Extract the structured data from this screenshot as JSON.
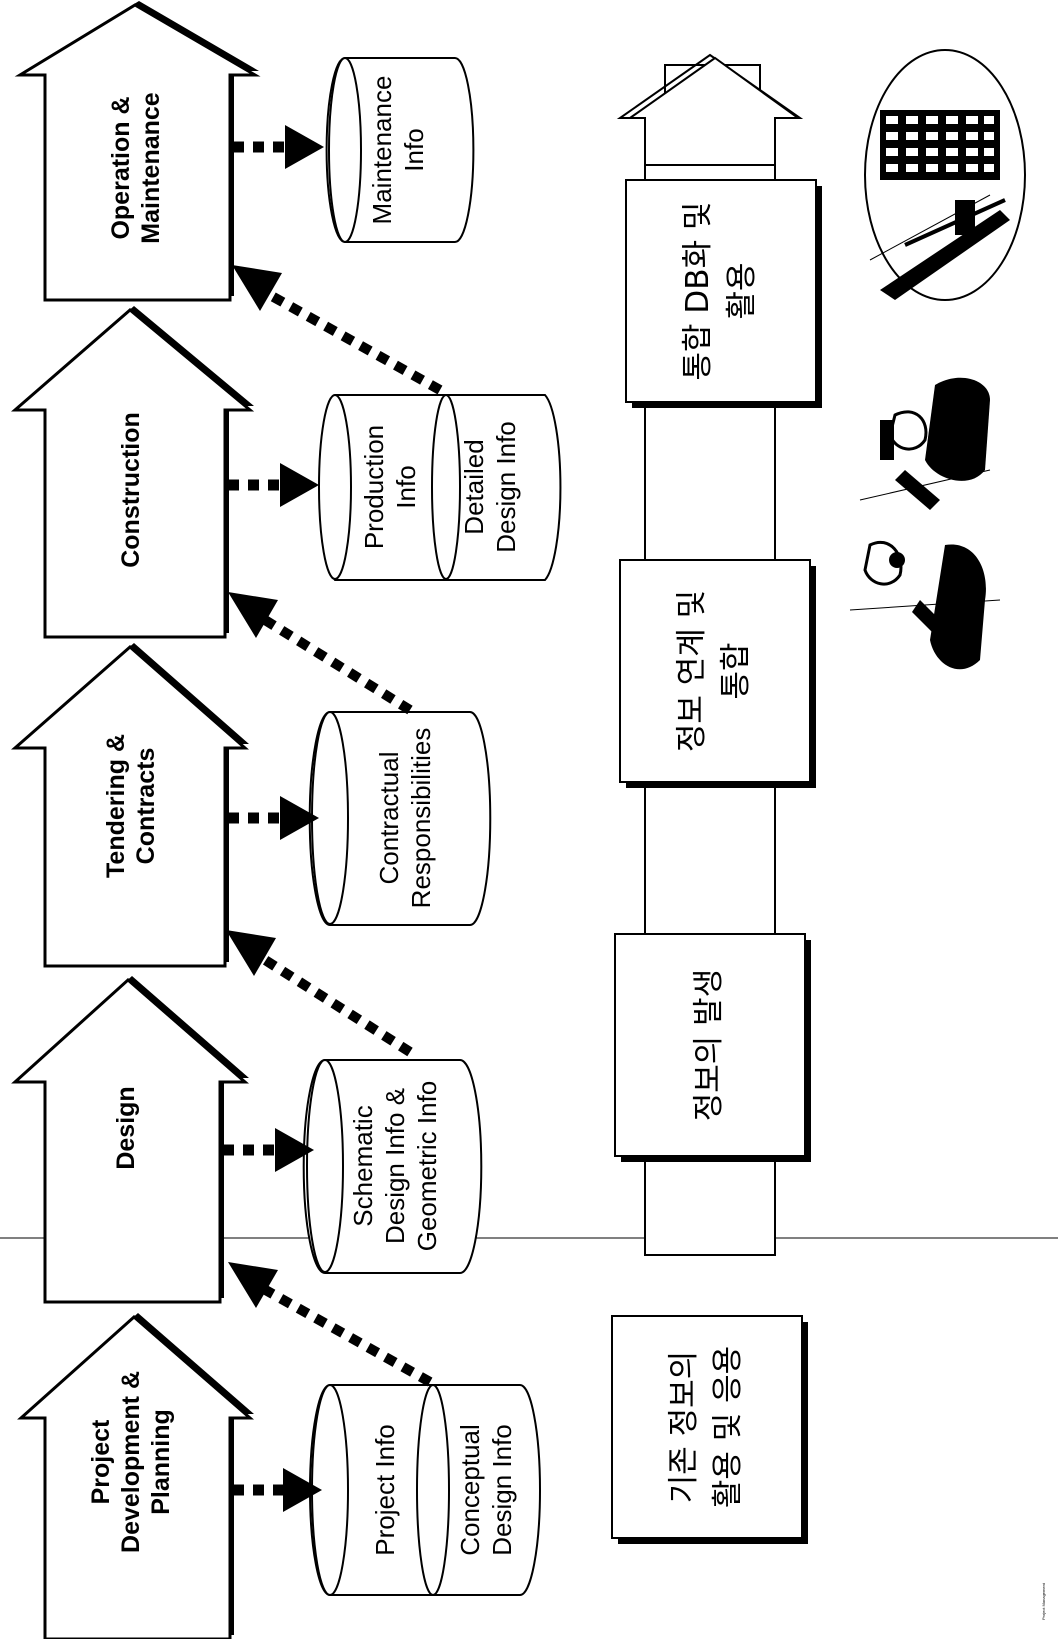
{
  "stages": [
    {
      "id": "project",
      "lines": [
        "Project",
        "Development &",
        "Planning"
      ]
    },
    {
      "id": "design",
      "lines": [
        "Design"
      ]
    },
    {
      "id": "tendering",
      "lines": [
        "Tendering &",
        "Contracts"
      ]
    },
    {
      "id": "construction",
      "lines": [
        "Construction"
      ]
    },
    {
      "id": "operation",
      "lines": [
        "Operation &",
        "Maintenance"
      ]
    }
  ],
  "databases": [
    {
      "id": "project-info",
      "lines": [
        "Project Info"
      ]
    },
    {
      "id": "conceptual-design-info",
      "lines": [
        "Conceptual",
        "Design Info"
      ]
    },
    {
      "id": "schematic-design-info",
      "lines": [
        "Schematic",
        "Design Info &",
        "Geometric Info"
      ]
    },
    {
      "id": "contractual-responsibilities",
      "lines": [
        "Contractual",
        "Responsibilities"
      ]
    },
    {
      "id": "production-info",
      "lines": [
        "Production",
        "Info"
      ]
    },
    {
      "id": "detailed-design-info",
      "lines": [
        "Detailed",
        "Design Info"
      ]
    },
    {
      "id": "maintenance-info",
      "lines": [
        "Maintenance",
        "Info"
      ]
    }
  ],
  "phases": [
    {
      "id": "phase-1",
      "lines": [
        "기존 정보의",
        "활용 및 응용"
      ]
    },
    {
      "id": "phase-2",
      "lines": [
        "정보의 발생"
      ]
    },
    {
      "id": "phase-3",
      "lines": [
        "정보 연계 및",
        "통합"
      ]
    },
    {
      "id": "phase-4",
      "lines": [
        "통합 DB화 및",
        "활용"
      ]
    }
  ],
  "footer_note": "Project Management",
  "colors": {
    "stroke": "#000000",
    "fill": "#ffffff",
    "shadow": "#000000"
  }
}
